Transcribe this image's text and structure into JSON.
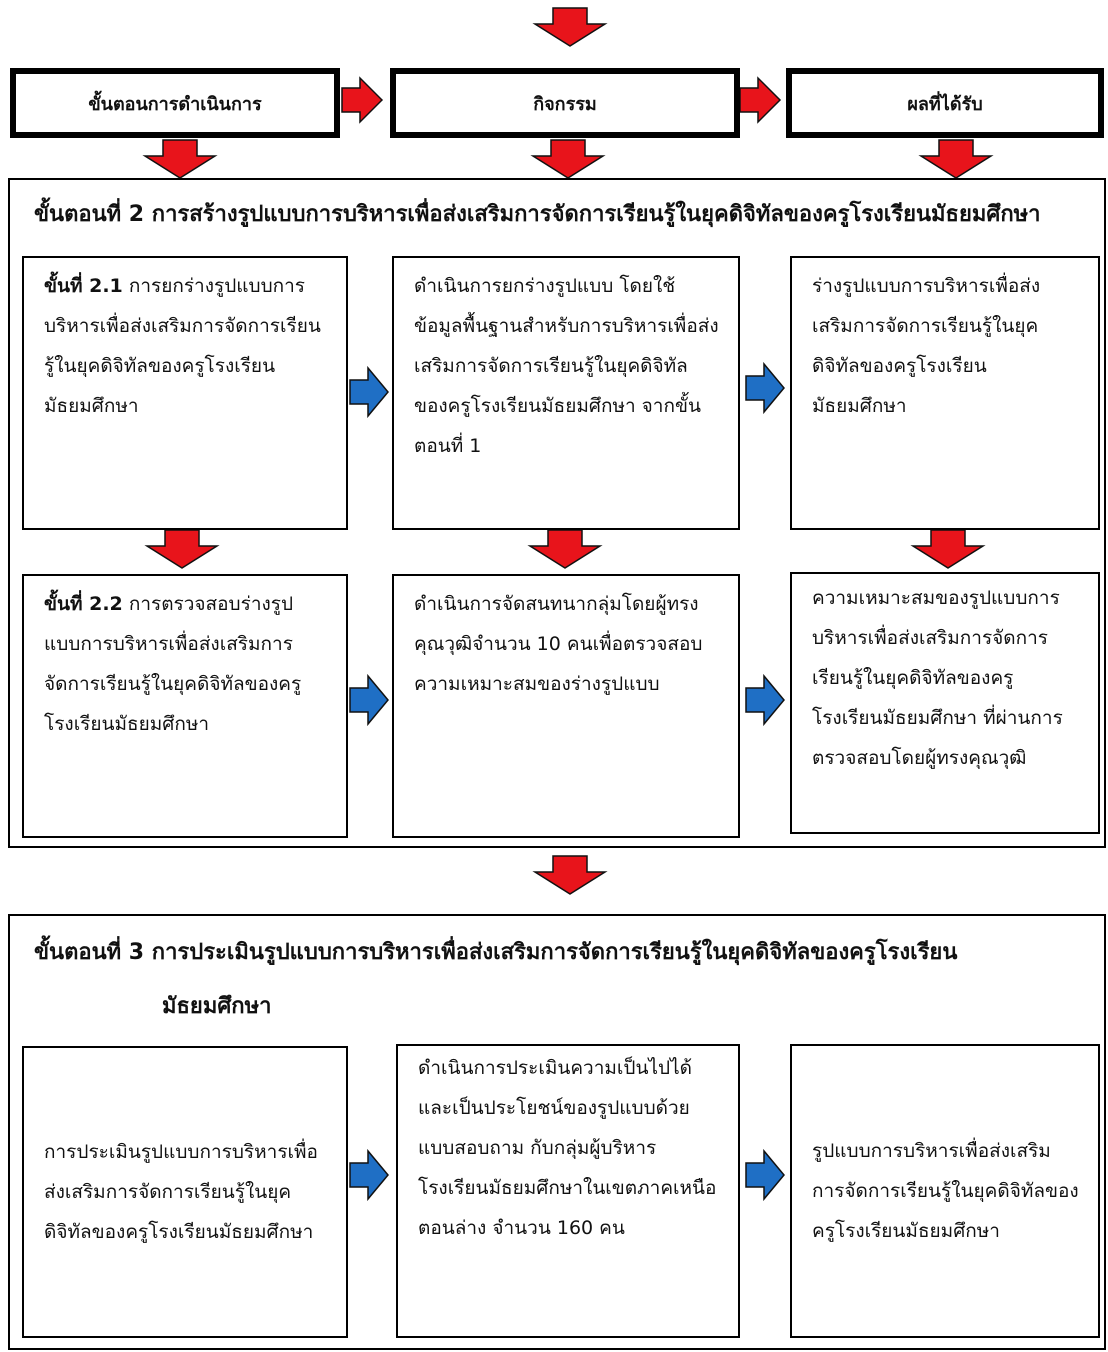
{
  "top_headers": {
    "procedure": "ขั้นตอนการดำเนินการ",
    "activity": "กิจกรรม",
    "result": "ผลที่ได้รับ"
  },
  "step2": {
    "title": "ขั้นตอนที่ 2 การสร้างรูปแบบการบริหารเพื่อส่งเสริมการจัดการเรียนรู้ในยุคดิจิทัลของครูโรงเรียนมัธยมศึกษา",
    "row1": {
      "procedure_label": "ขั้นที่ 2.1",
      "procedure_text": "การยกร่างรูปแบบการบริหารเพื่อส่งเสริมการจัดการเรียนรู้ในยุคดิจิทัลของครูโรงเรียนมัธยมศึกษา",
      "activity": "ดำเนินการยกร่างรูปแบบ โดยใช้ข้อมูลพื้นฐานสำหรับการบริหารเพื่อส่งเสริมการจัดการเรียนรู้ในยุคดิจิทัลของครูโรงเรียนมัธยมศึกษา จากขั้นตอนที่ 1",
      "result": "ร่างรูปแบบการบริหารเพื่อส่งเสริมการจัดการเรียนรู้ในยุคดิจิทัลของครูโรงเรียนมัธยมศึกษา"
    },
    "row2": {
      "procedure_label": "ขั้นที่ 2.2",
      "procedure_text": "การตรวจสอบร่างรูปแบบการบริหารเพื่อส่งเสริมการจัดการเรียนรู้ในยุคดิจิทัลของครูโรงเรียนมัธยมศึกษา",
      "activity": "ดำเนินการจัดสนทนากลุ่มโดยผู้ทรงคุณวุฒิจำนวน 10 คนเพื่อตรวจสอบความเหมาะสมของร่างรูปแบบ",
      "result": "ความเหมาะสมของรูปแบบการบริหารเพื่อส่งเสริมการจัดการเรียนรู้ในยุคดิจิทัลของครูโรงเรียนมัธยมศึกษา ที่ผ่านการตรวจสอบโดยผู้ทรงคุณวุฒิ"
    }
  },
  "step3": {
    "title_line1": "ขั้นตอนที่ 3 การประเมินรูปแบบการบริหารเพื่อส่งเสริมการจัดการเรียนรู้ในยุคดิจิทัลของครูโรงเรียน",
    "title_line2": "มัธยมศึกษา",
    "procedure": "การประเมินรูปแบบการบริหารเพื่อส่งเสริมการจัดการเรียนรู้ในยุคดิจิทัลของครูโรงเรียนมัธยมศึกษา",
    "activity": "ดำเนินการประเมินความเป็นไปได้และเป็นประโยชน์ของรูปแบบด้วยแบบสอบถาม กับกลุ่มผู้บริหารโรงเรียนมัธยมศึกษาในเขตภาคเหนือตอนล่าง จำนวน 160 คน",
    "result": "รูปแบบการบริหารเพื่อส่งเสริมการจัดการเรียนรู้ในยุคดิจิทัลของครูโรงเรียนมัธยมศึกษา"
  },
  "colors": {
    "red_arrow": "#e8141b",
    "blue_arrow": "#1f6fc5",
    "border": "#000000"
  }
}
